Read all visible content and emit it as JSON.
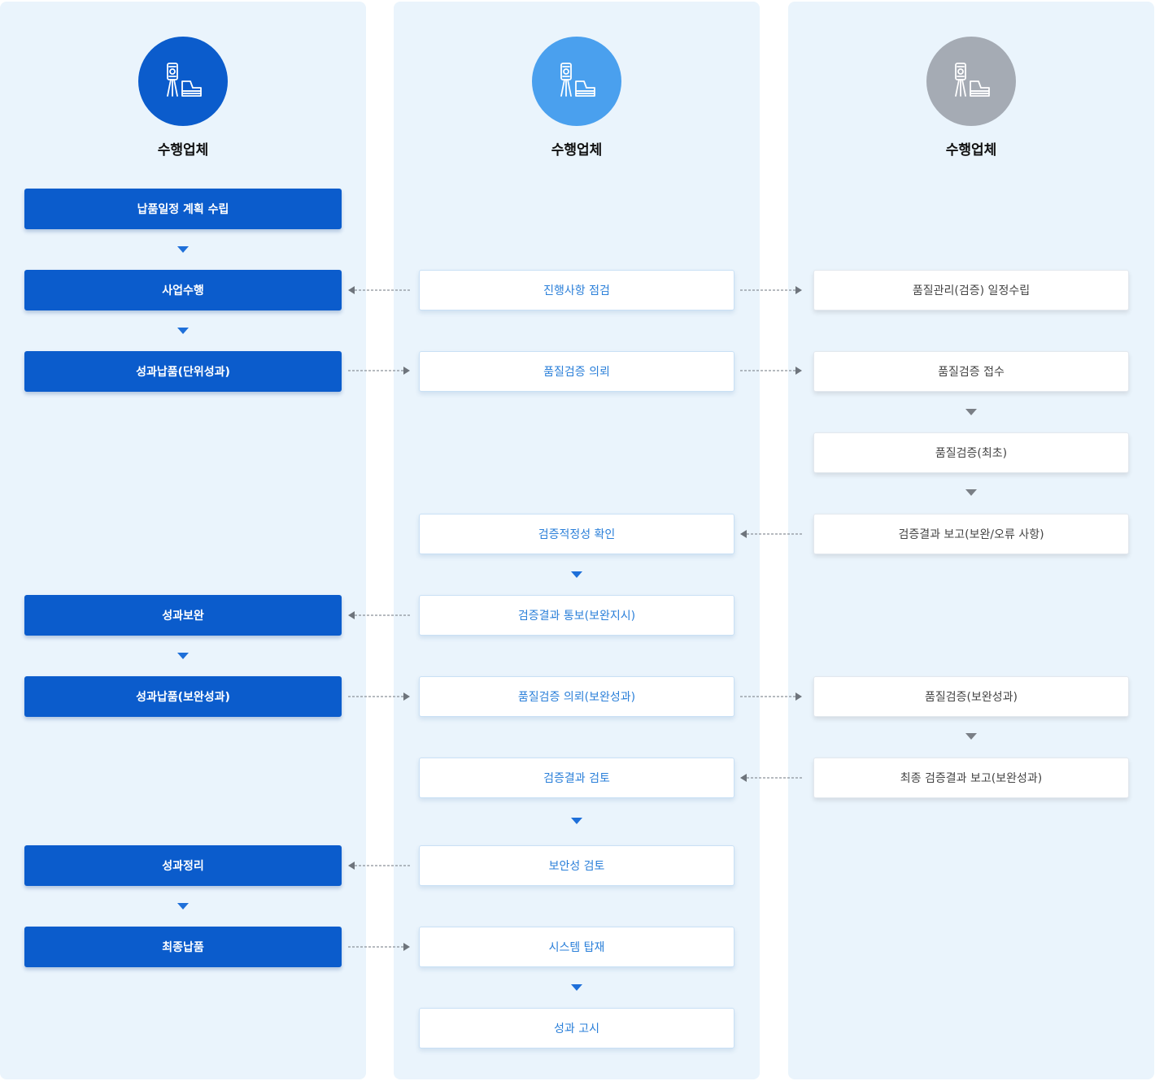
{
  "columns": [
    {
      "title": "수행업체",
      "icon": "surveyor-icon",
      "circle_color": "#0b5ccc"
    },
    {
      "title": "수행업체",
      "icon": "surveyor-icon",
      "circle_color": "#4aa0ee"
    },
    {
      "title": "수행업체",
      "icon": "surveyor-icon",
      "circle_color": "#a5abb4"
    }
  ],
  "left_steps": {
    "plan": "납품일정 계획 수립",
    "execute": "사업수행",
    "deliver_unit": "성과납품(단위성과)",
    "supplement": "성과보완",
    "deliver_supplement": "성과납품(보완성과)",
    "organize": "성과정리",
    "final_delivery": "최종납품"
  },
  "mid_steps": {
    "progress_check": "진행사항 점검",
    "qa_request": "품질검증 의뢰",
    "validity_check": "검증적정성 확인",
    "result_notice": "검증결과 통보(보완지시)",
    "qa_request_supplement": "품질검증 의뢰(보완성과)",
    "result_review": "검증결과 검토",
    "security_review": "보안성 검토",
    "system_load": "시스템 탑재",
    "announce": "성과 고시"
  },
  "right_steps": {
    "qa_schedule": "품질관리(검증) 일정수립",
    "qa_receipt": "품질검증 접수",
    "qa_initial": "품질검증(최초)",
    "result_report": "검증결과 보고(보완/오류 사항)",
    "qa_supplement": "품질검증(보완성과)",
    "final_report": "최종 검증결과 보고(보완성과)"
  },
  "colors": {
    "primary": "#0b5ccc",
    "accent": "#2a7fd9",
    "panel_bg": "#eaf4fc"
  }
}
